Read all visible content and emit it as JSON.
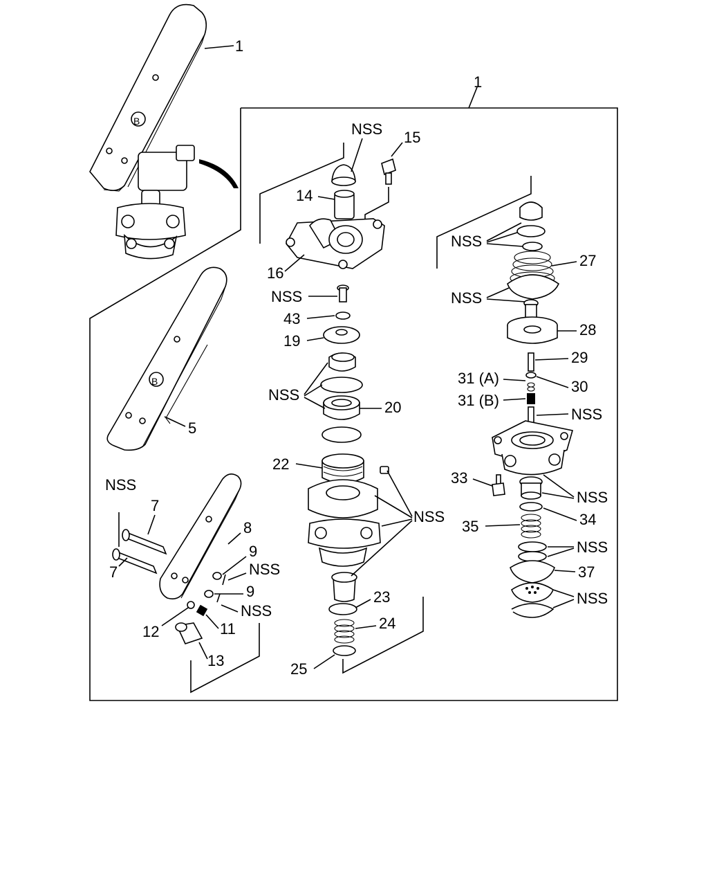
{
  "callouts": {
    "c1_top": "1",
    "c1_box": "1",
    "c5": "5",
    "c7a": "7",
    "c7b": "7",
    "c8": "8",
    "c9a": "9",
    "c9b": "9",
    "c11": "11",
    "c12": "12",
    "c13": "13",
    "c14": "14",
    "c15": "15",
    "c16": "16",
    "c19": "19",
    "c20": "20",
    "c22": "22",
    "c23": "23",
    "c24": "24",
    "c25": "25",
    "c27": "27",
    "c28": "28",
    "c29": "29",
    "c30": "30",
    "c31a": "31 (A)",
    "c31b": "31 (B)",
    "c33": "33",
    "c34": "34",
    "c35": "35",
    "c37": "37",
    "c43": "43"
  },
  "nss": {
    "top_center": "NSS",
    "screw_center": "NSS",
    "seals_center": "NSS",
    "body_center": "NSS",
    "pedal_left": "NSS",
    "pin_upper": "NSS",
    "pin_lower": "NSS",
    "boot_right": "NSS",
    "dome_right": "NSS",
    "stem_right": "NSS",
    "bush_right": "NSS",
    "rings_right": "NSS",
    "bottom_right": "NSS"
  },
  "pedal_badges": {
    "top": "B",
    "middle": "B"
  }
}
